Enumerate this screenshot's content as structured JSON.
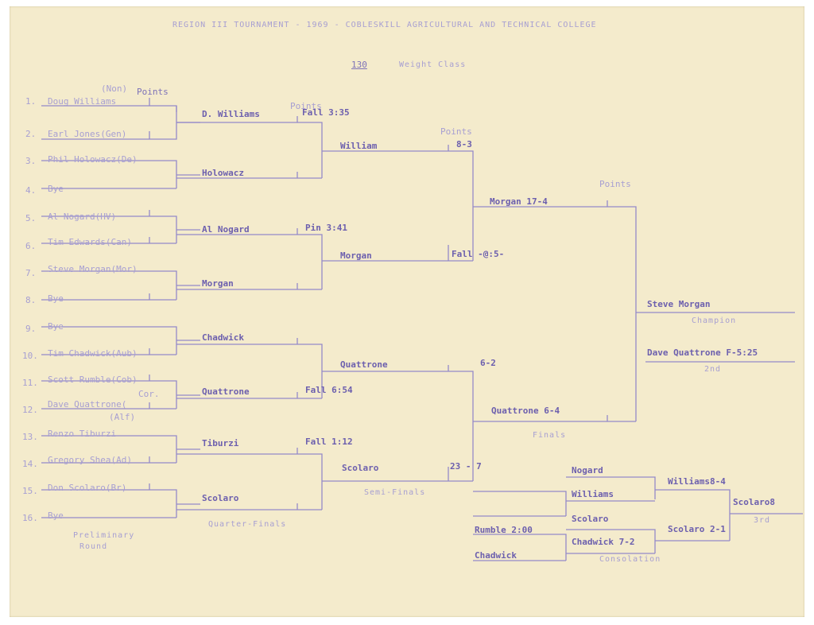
{
  "header": {
    "title": "REGION III TOURNAMENT - 1969 - COBLESKILL AGRICULTURAL AND TECHNICAL COLLEGE",
    "weight": "130",
    "weight_label": "Weight Class"
  },
  "prelim_header": {
    "non": "(Non)",
    "points": "Points"
  },
  "entrants": [
    {
      "num": "1.",
      "name": "Doug Williams"
    },
    {
      "num": "2.",
      "name": "Earl Jones(Gen)"
    },
    {
      "num": "3.",
      "name": "Phil Holowacz(De)"
    },
    {
      "num": "4.",
      "name": "Bye"
    },
    {
      "num": "5.",
      "name": "Al Nogard(HV)"
    },
    {
      "num": "6.",
      "name": "Tim Edwards(Can)"
    },
    {
      "num": "7.",
      "name": "Steve Morgan(Mor)"
    },
    {
      "num": "8.",
      "name": "Bye"
    },
    {
      "num": "9.",
      "name": "Bye"
    },
    {
      "num": "10.",
      "name": "Tim Chadwick(Aub)"
    },
    {
      "num": "11.",
      "name": "Scott Rumble(Cob)"
    },
    {
      "num": "12.",
      "name": "Dave Quattrone("
    },
    {
      "num": "13.",
      "name": "Renzo Tiburzi"
    },
    {
      "num": "14.",
      "name": "Gregory Shea(Ad)"
    },
    {
      "num": "15.",
      "name": "Don Scolaro(Br)"
    },
    {
      "num": "16.",
      "name": "Bye"
    }
  ],
  "entrant_notes": {
    "cor": "Cor.",
    "alf": "(Alf)"
  },
  "quarter": {
    "winners": [
      "D. Williams",
      "Holowacz",
      "Al Nogard",
      "Morgan",
      "Chadwick",
      "Quattrone",
      "Tiburzi",
      "Scolaro"
    ],
    "results": [
      "Fall 3:35",
      "Pin 3:41",
      "Fall 6:54",
      "Fall 1:12"
    ],
    "points_label": "Points"
  },
  "semi": {
    "winners": [
      "William",
      "Morgan",
      "Quattrone",
      "Scolaro"
    ],
    "points_label": "Points",
    "results": [
      "8-3",
      "Fall -@:5-",
      "6-2",
      "23 - 7"
    ]
  },
  "finals": {
    "winners": [
      "Morgan 17-4",
      "Quattrone 6-4"
    ],
    "points_label": "Points"
  },
  "champion": {
    "name": "Steve Morgan",
    "label": "Champion"
  },
  "second": {
    "name": "Dave Quattrone F-5:25",
    "label": "2nd"
  },
  "consolation": {
    "entries": [
      "Nogard",
      "Williams",
      "Scolaro",
      "Rumble 2:00",
      "Chadwick",
      "Chadwick  7-2"
    ],
    "semi": [
      "Williams8-4",
      "Scolaro 2-1"
    ],
    "third": {
      "name": "Scolaro8",
      "label": "3rd"
    }
  },
  "round_labels": {
    "preliminary_1": "Preliminary",
    "preliminary_2": "Round",
    "quarter": "Quarter-Finals",
    "semi": "Semi-Finals",
    "finals": "Finals",
    "consolation": "Consolation"
  }
}
